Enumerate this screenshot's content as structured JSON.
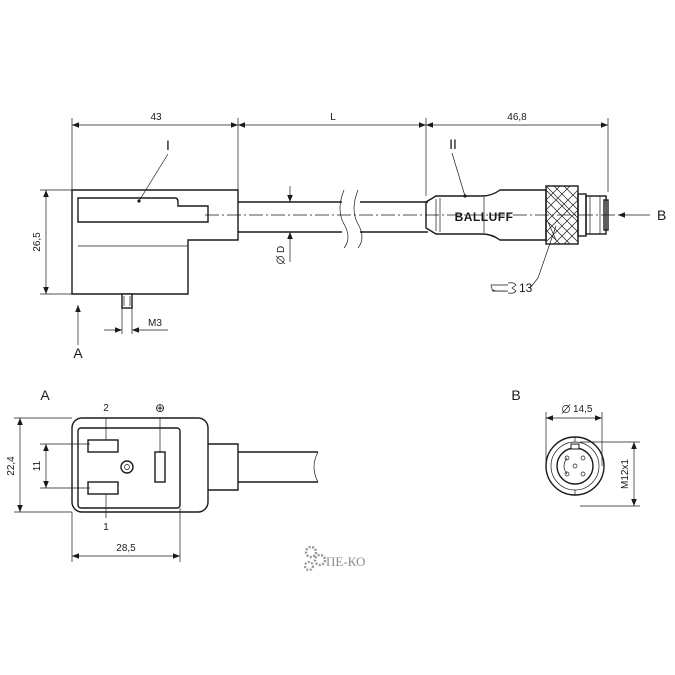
{
  "dimensions": {
    "body_width": "43",
    "cable_length": "L",
    "connector_length": "46,8",
    "body_height": "26,5",
    "cable_diameter": "D",
    "screw_thread": "M3",
    "face_height": "22,4",
    "pin_spacing": "11",
    "face_width": "28,5",
    "connector_diameter": "14,5",
    "connector_thread": "M12x1",
    "wrench_size": "13"
  },
  "labels": {
    "part_one": "I",
    "part_two": "II",
    "view_a_arrow": "A",
    "view_b_arrow": "B",
    "view_a_title": "A",
    "view_b_title": "B",
    "pin_two": "2",
    "pin_one": "1",
    "ground_symbol": "⊕"
  },
  "brand": {
    "name": "BALLUFF"
  },
  "watermark": {
    "name": "ПЕ-КО"
  }
}
